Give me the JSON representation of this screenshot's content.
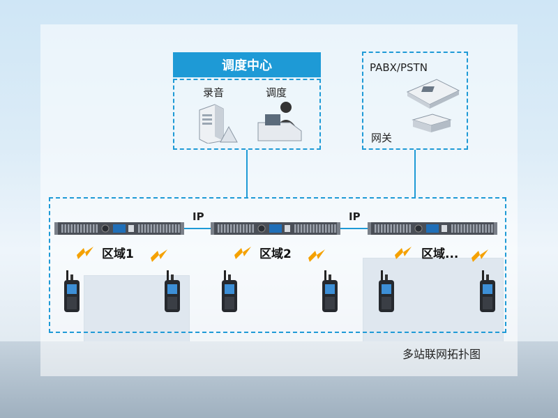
{
  "dispatch_center": {
    "title": "调度中心",
    "recording_label": "录音",
    "dispatch_label": "调度"
  },
  "gateway_box": {
    "title": "PABX/PSTN",
    "gateway_label": "网关"
  },
  "links": {
    "ip_label_1": "IP",
    "ip_label_2": "IP"
  },
  "regions": [
    {
      "label": "区域1"
    },
    {
      "label": "区域2"
    },
    {
      "label": "区域..."
    }
  ],
  "caption": "多站联网拓扑图",
  "colors": {
    "accent": "#1e9ad6",
    "bolt": "#f5a100"
  }
}
